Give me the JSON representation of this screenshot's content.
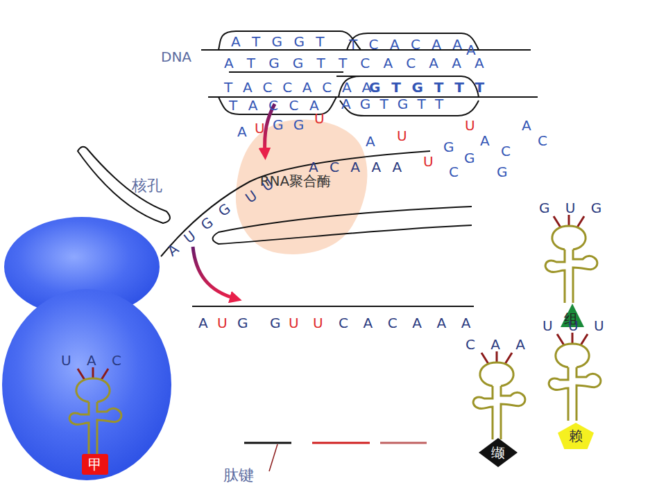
{
  "diagram": {
    "nodes": [
      {
        "text": [
          "RNA聚合酶"
        ]
      },
      {
        "text": [
          "甲"
        ]
      },
      {
        "text": [
          "缬"
        ]
      },
      {
        "text": [
          "组"
        ]
      },
      {
        "text": [
          "赖"
        ]
      }
    ],
    "labels": [
      "DNA",
      "A T G G T",
      "T C A C A A",
      "A",
      "A T G G T T C A C A A A",
      "T A C C A C A A",
      "G T G T T T",
      "T A C C A",
      "A G T G T T",
      "A",
      "U",
      "G G",
      "U",
      "A",
      "U",
      "U",
      "A",
      "C",
      "G",
      "A",
      "C",
      "U",
      "G",
      "C",
      "G",
      "U U",
      "A C A A A",
      "核孔",
      "A U G G",
      "A",
      "U",
      "G",
      "G",
      "U U",
      "C A C A A A",
      "G U G",
      "U U U",
      "C A A",
      "U A C",
      "肽键"
    ]
  }
}
